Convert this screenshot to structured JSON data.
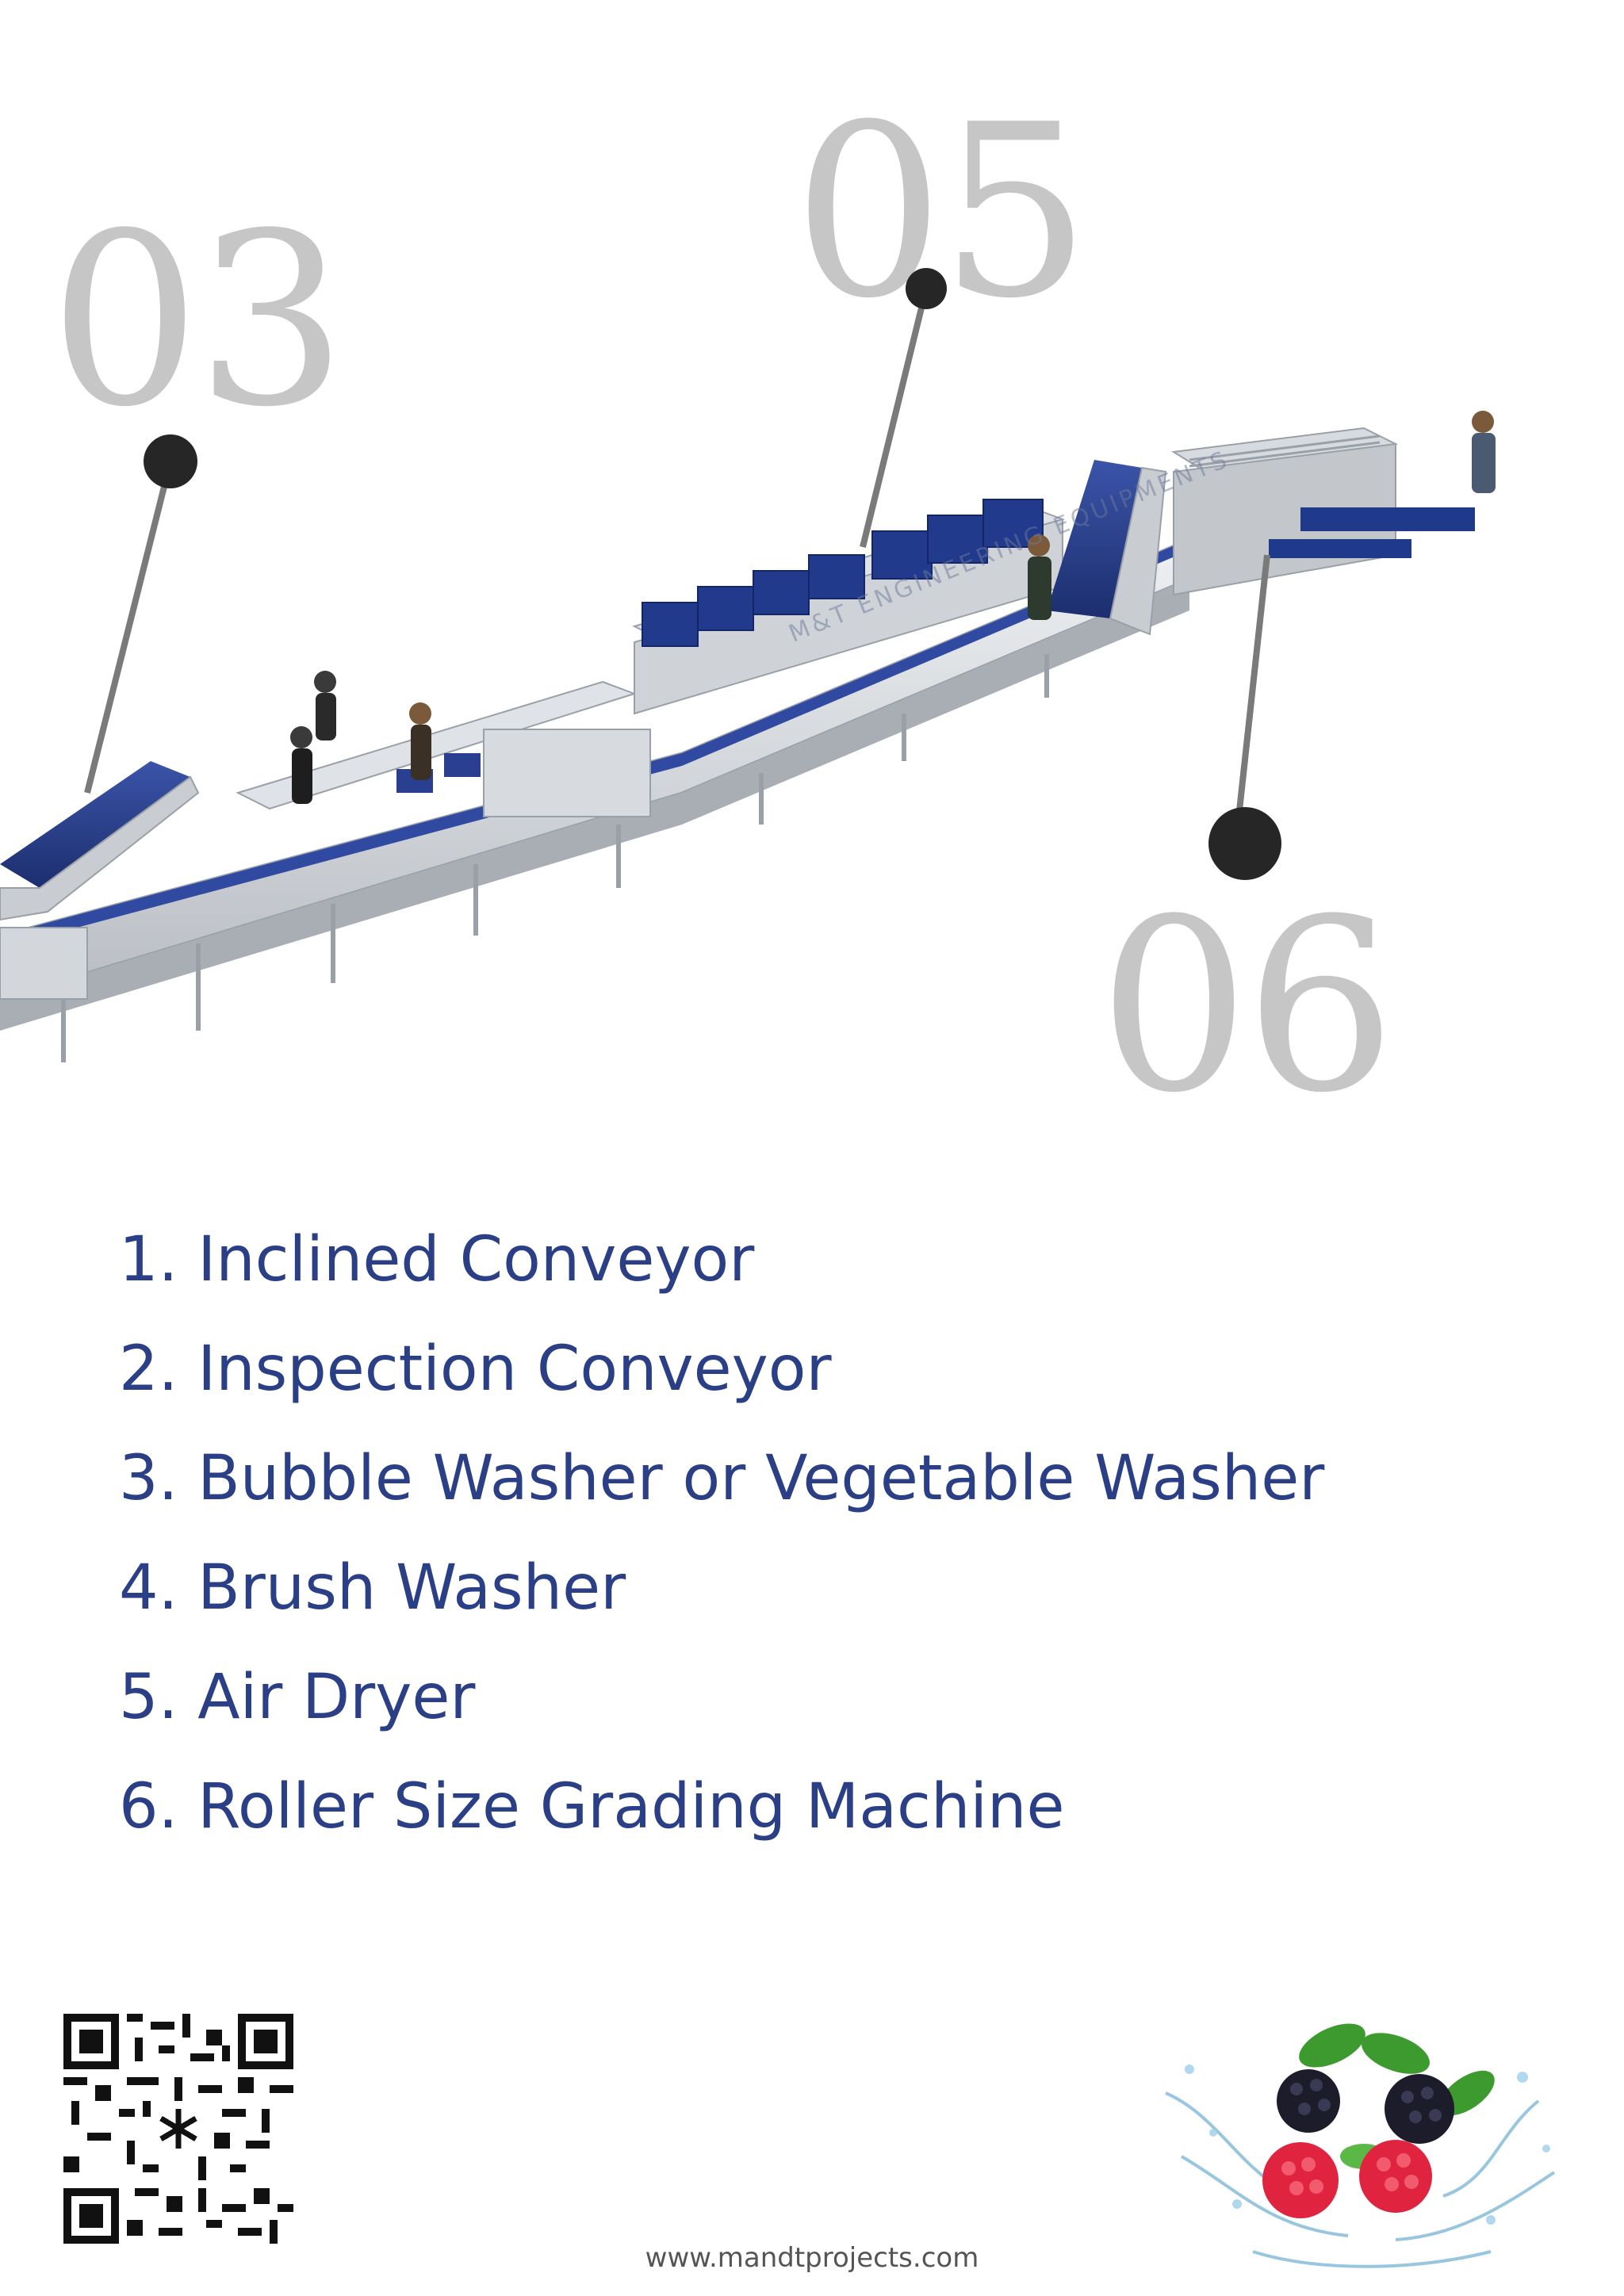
{
  "callouts": {
    "num_03": "03",
    "num_05": "05",
    "num_06": "06"
  },
  "illustration": {
    "subject": "fruit-washing-line",
    "watermark_text": "M&T ENGINEERING EQUIPMENTS",
    "accent_color": "#1f3a8a",
    "steel_color": "#c9ccd1"
  },
  "equipment_list": [
    "1. Inclined Conveyor",
    "2. Inspection Conveyor",
    "3. Bubble Washer or Vegetable Washer",
    "4. Brush Washer",
    "5. Air Dryer",
    "6. Roller Size Grading Machine"
  ],
  "footer": {
    "website": "www.mandtprojects.com",
    "qr_icon": "qr-code-icon",
    "berry_image": "berries-splash"
  },
  "colors": {
    "list_text": "#2b3f86",
    "callout_numbers": "#c6c6c6",
    "callout_dots": "#262626"
  }
}
